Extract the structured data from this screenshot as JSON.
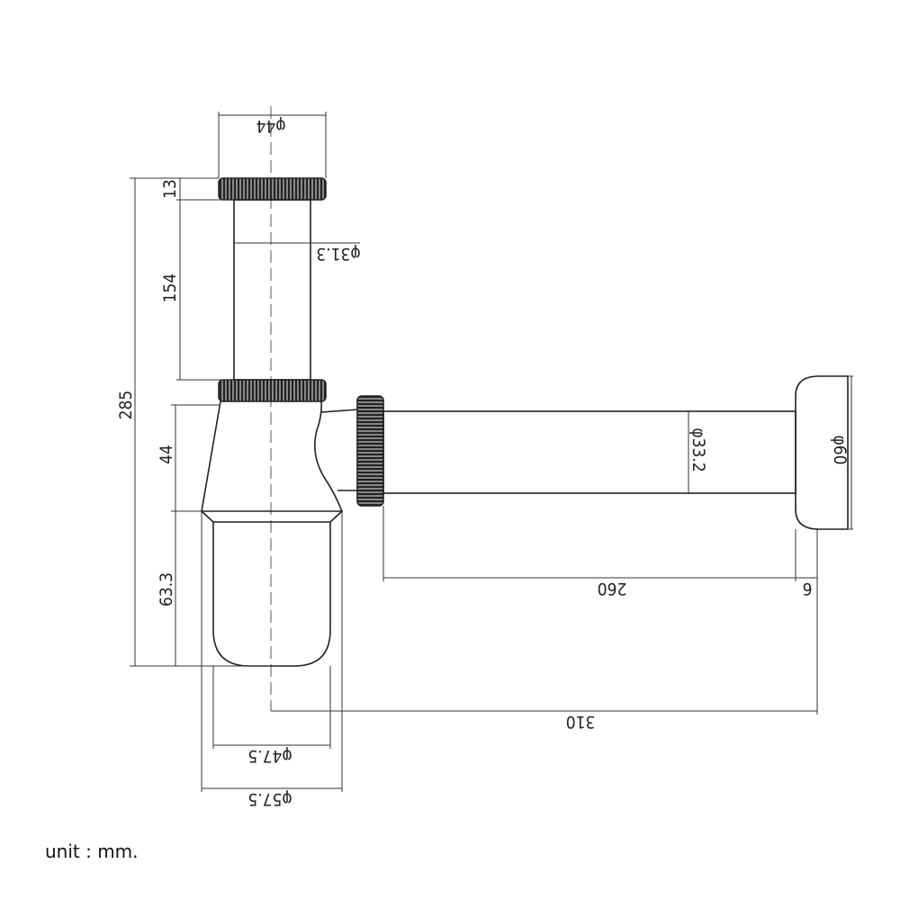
{
  "dimensions": {
    "top_nut_diameter": "φ44",
    "tube_diameter": "φ31.3",
    "overall_height": "285",
    "nut_height": "13",
    "tube_length": "154",
    "body_height": "44",
    "cup_height": "63.3",
    "pipe_diameter": "φ33.2",
    "flange_diameter": "φ60",
    "pipe_length": "260",
    "flange_thickness": "6",
    "overall_depth": "310",
    "cup_inner_diameter": "φ47.5",
    "cup_outer_diameter": "φ57.5"
  },
  "unit_note": "unit : mm."
}
